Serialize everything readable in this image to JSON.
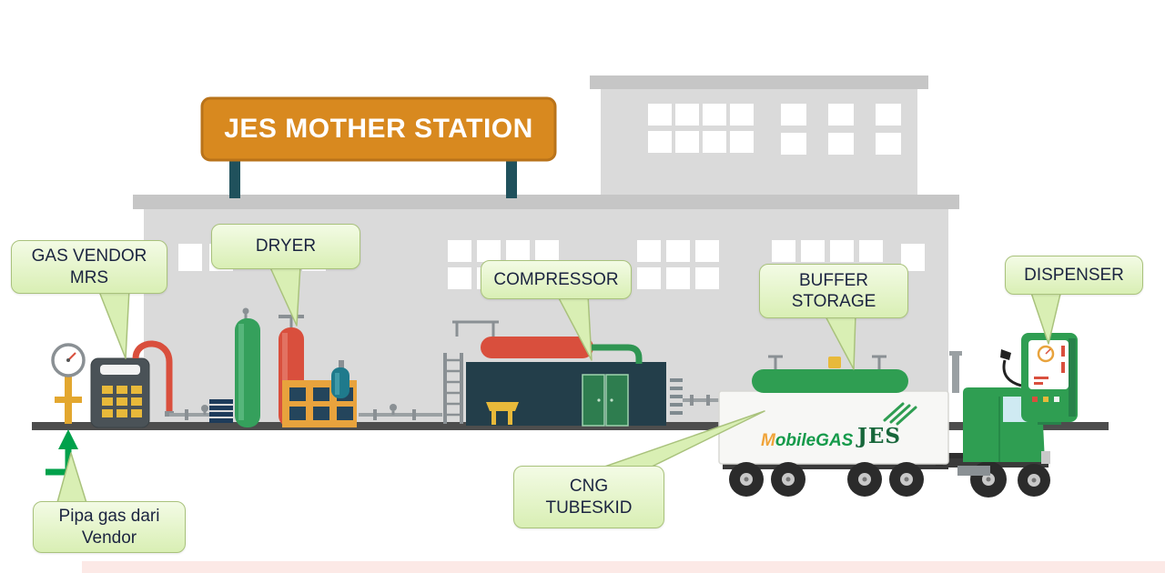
{
  "sign": {
    "title": "JES MOTHER STATION"
  },
  "callouts": {
    "gas_vendor_mrs": {
      "label": "GAS VENDOR\nMRS"
    },
    "dryer": {
      "label": "DRYER"
    },
    "compressor": {
      "label": "COMPRESSOR"
    },
    "buffer_storage": {
      "label": "BUFFER\nSTORAGE"
    },
    "dispenser": {
      "label": "DISPENSER"
    },
    "cng_tubeskid": {
      "label": "CNG\nTUBESKID"
    },
    "pipa_gas_dari_vendor": {
      "label": "Pipa gas dari\nVendor"
    }
  },
  "truck": {
    "brand_left": "MobileGAS",
    "brand_right": "JES"
  },
  "colors": {
    "sign_background": "#d8891f",
    "sign_border": "#b9731a",
    "callout_fill": "#d9efb4",
    "callout_border": "#a9c27c",
    "building_gray": "#dadada",
    "roof_gray": "#c6c6c6",
    "accent_green": "#2f9e52",
    "pipe_red": "#d94f3d",
    "inlet_pipe_green": "#00a14b",
    "equipment_dark": "#233e4a",
    "equipment_yellow": "#e8b93a",
    "ground_dark": "#4d4d4d",
    "footer_pink": "#fce9e6"
  }
}
